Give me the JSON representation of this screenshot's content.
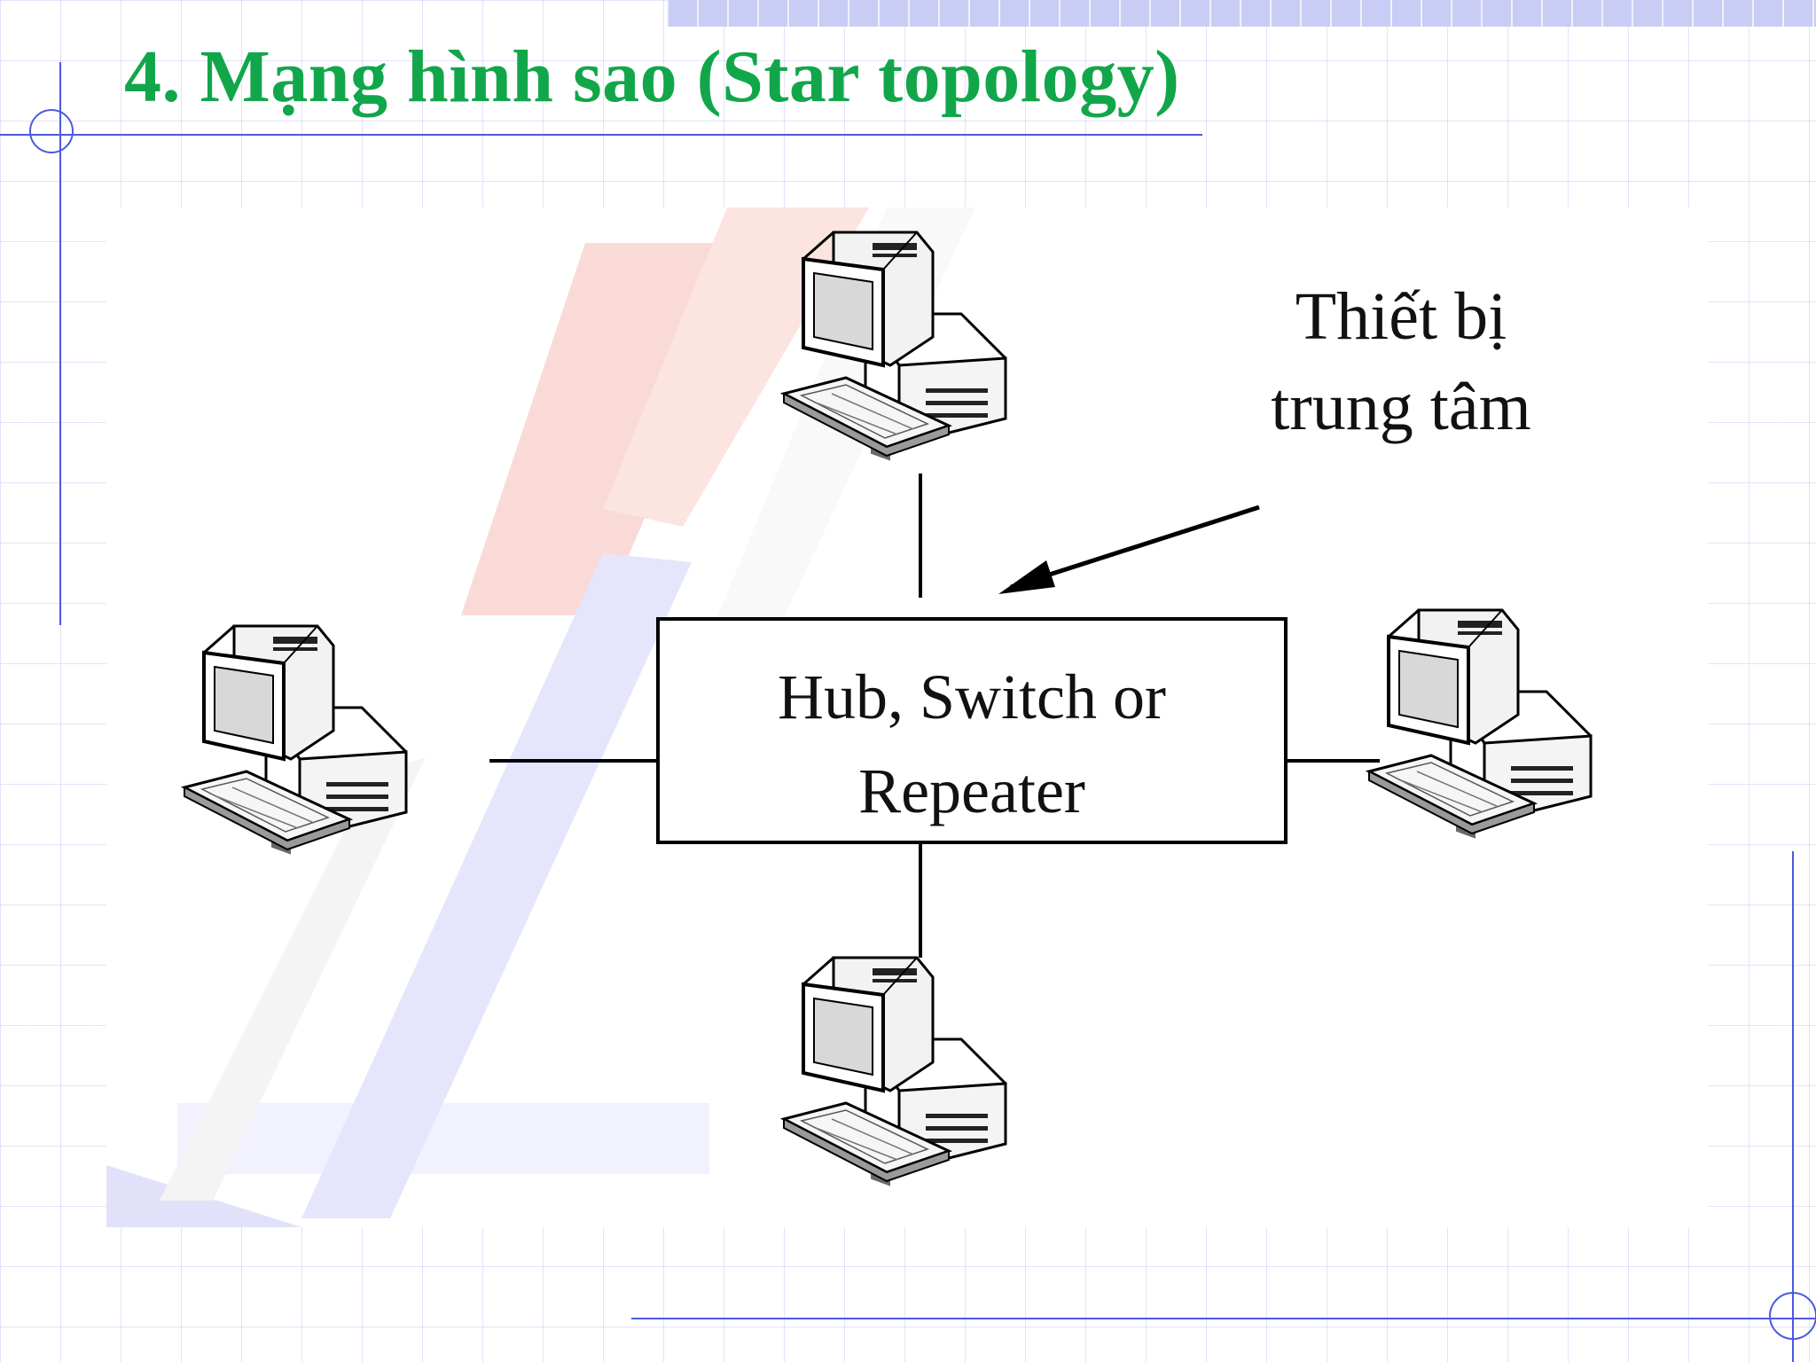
{
  "slide": {
    "title": "4. Mạng hình sao (Star topology)"
  },
  "diagram": {
    "central_box_lines": [
      "Hub, Switch or",
      "Repeater"
    ],
    "callout_lines": [
      "Thiết bị",
      "trung tâm"
    ],
    "computers": [
      "computer-top",
      "computer-left",
      "computer-right",
      "computer-bottom"
    ]
  },
  "colors": {
    "title": "#12a64a",
    "grid": "#a0a8e6",
    "frame_line": "#4a5ae0",
    "top_bar": "#c9cdf5"
  }
}
